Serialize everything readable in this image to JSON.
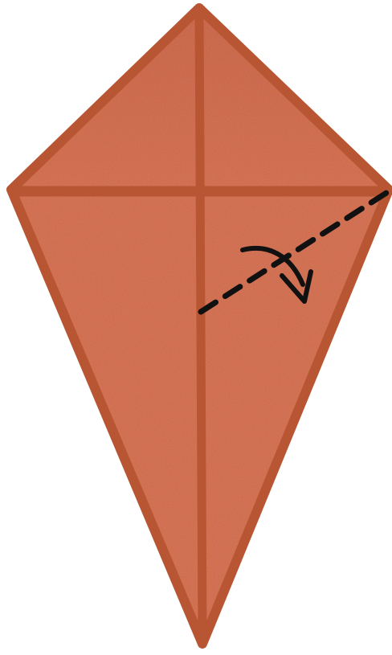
{
  "diagram": {
    "type": "origami-fold-step",
    "shape": "kite",
    "fold_type": "valley-fold",
    "fold_direction": "down-right",
    "colors": {
      "background": "#ffffff",
      "paper_fill": "#D26A46",
      "paper_fill_top": "#C9613F",
      "paper_edge": "#B85633",
      "crease": "#B85633",
      "fold_line": "#111111",
      "arrow": "#111111"
    },
    "icons": {
      "fold_arrow": "curved-arrow-icon"
    }
  }
}
